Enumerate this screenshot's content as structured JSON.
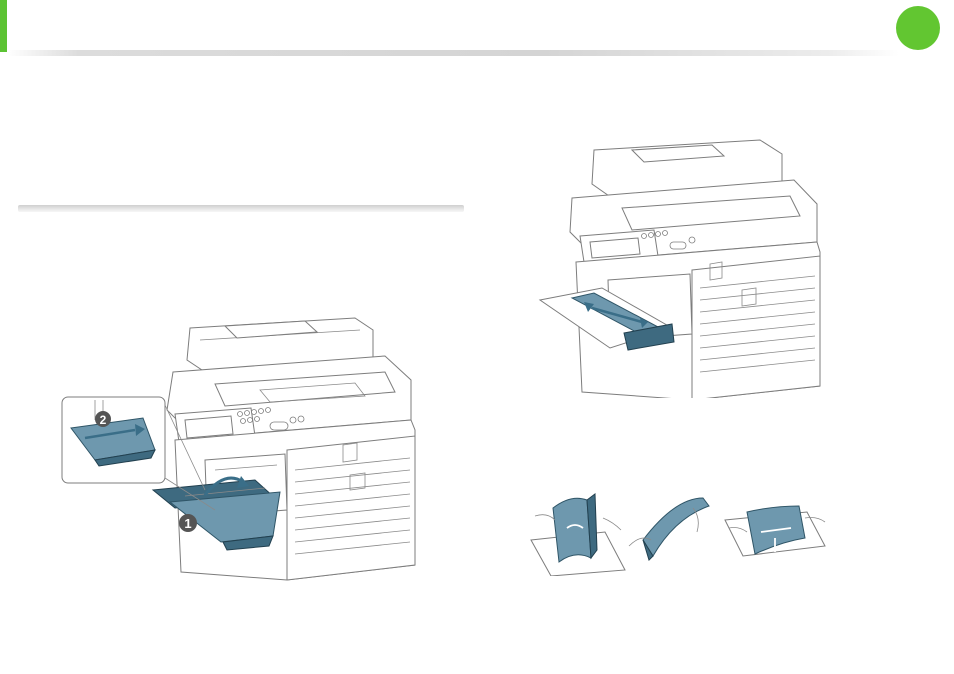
{
  "header": {
    "accent_color": "#5cc334",
    "badge_color": "#62c631"
  },
  "callouts": {
    "step_one": "1",
    "step_two": "2"
  },
  "icons": {
    "printer_left": "printer-with-open-multipurpose-tray",
    "printer_right": "printer-with-tray-guides",
    "paper_prep": "paper-flexing-fanning-illustration"
  }
}
